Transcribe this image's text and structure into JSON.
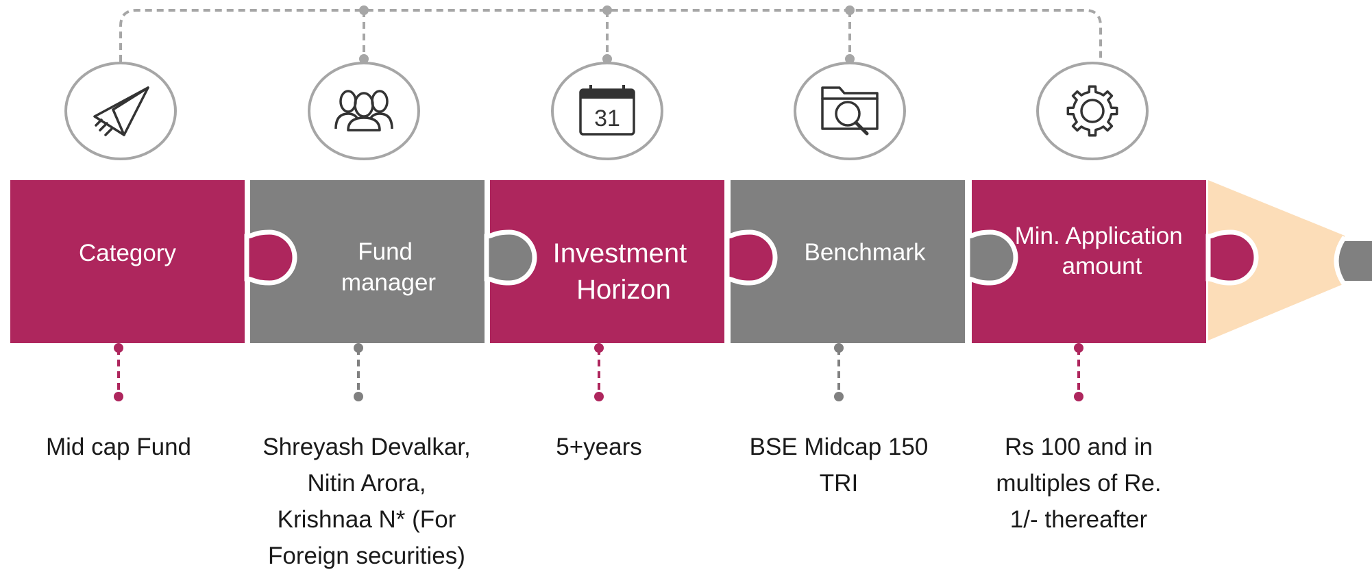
{
  "colors": {
    "magenta": "#AE265D",
    "gray": "#808080",
    "pencil_wood": "#FCDDB8",
    "pencil_tip": "#808080",
    "connector": "#A6A6A6",
    "text": "#1a1a1a"
  },
  "segments": [
    {
      "icon": "paper-plane-icon",
      "color": "magenta",
      "title_lines": [
        "Category"
      ],
      "detail_lines": [
        "Mid cap Fund"
      ]
    },
    {
      "icon": "people-group-icon",
      "color": "gray",
      "title_lines": [
        "Fund",
        "manager"
      ],
      "detail_lines": [
        "Shreyash Devalkar,",
        "Nitin Arora,",
        "Krishnaa N* (For",
        "Foreign securities)"
      ]
    },
    {
      "icon": "calendar-icon",
      "icon_text": "31",
      "color": "magenta",
      "title_lines": [
        "Investment",
        "Horizon"
      ],
      "detail_lines": [
        "5+years"
      ]
    },
    {
      "icon": "folder-search-icon",
      "color": "gray",
      "title_lines": [
        "Benchmark"
      ],
      "detail_lines": [
        "BSE Midcap 150",
        "TRI"
      ]
    },
    {
      "icon": "gear-icon",
      "color": "magenta",
      "title_lines": [
        "Min. Application",
        "amount"
      ],
      "detail_lines": [
        "Rs 100 and in",
        "multiples of Re.",
        "1/- thereafter"
      ]
    }
  ]
}
